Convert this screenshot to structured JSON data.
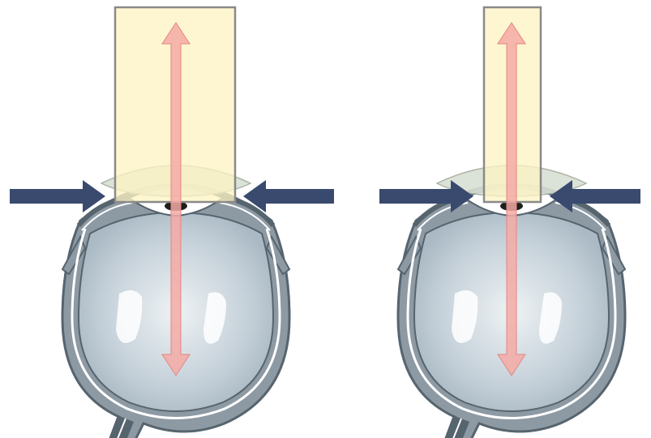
{
  "diagram": {
    "panels": [
      {
        "id": "left",
        "column_width": "wide"
      },
      {
        "id": "right",
        "column_width": "narrow"
      }
    ],
    "colors": {
      "background": "#ffffff",
      "column_fill": "#fdf4c4",
      "column_stroke": "#8a8a88",
      "measure_arrow": "#f4aaa6",
      "press_arrow": "#3a4a6e",
      "sclera": "#8d9aa4",
      "sclera_dark": "#56646e",
      "vitreous": "#c7d3dc",
      "cornea_lens": "#d8dfd3",
      "pupil": "#1e1e1e",
      "highlight": "#ffffff"
    },
    "icons": {
      "column": "applanation-column",
      "press_arrow": "arrow-right-icon",
      "measure_arrow": "double-headed-arrow-icon",
      "eye": "eyeball-cross-section-icon"
    }
  }
}
